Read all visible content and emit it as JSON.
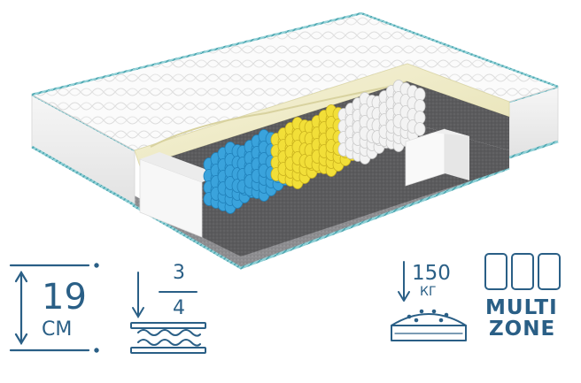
{
  "features": {
    "height": {
      "value": "19",
      "unit": "СМ",
      "icon": "height-ruler-icon"
    },
    "firmness": {
      "top": "3",
      "bottom": "4",
      "icon": "spring-firmness-icon"
    },
    "load": {
      "value": "150",
      "unit": "КГ",
      "icon": "weight-load-icon"
    },
    "zones": {
      "line1": "MULTI",
      "line2": "ZONE",
      "icon": "multi-zone-icon"
    }
  },
  "colors": {
    "accent": "#2a5f86",
    "spring_blue": "#3aa3dc",
    "spring_yellow": "#f2df38",
    "spring_white": "#f3f3f3",
    "foam_cream": "#f2efd0",
    "felt_gray": "#5e5e60",
    "edge_teal": "#5fb9c3"
  }
}
